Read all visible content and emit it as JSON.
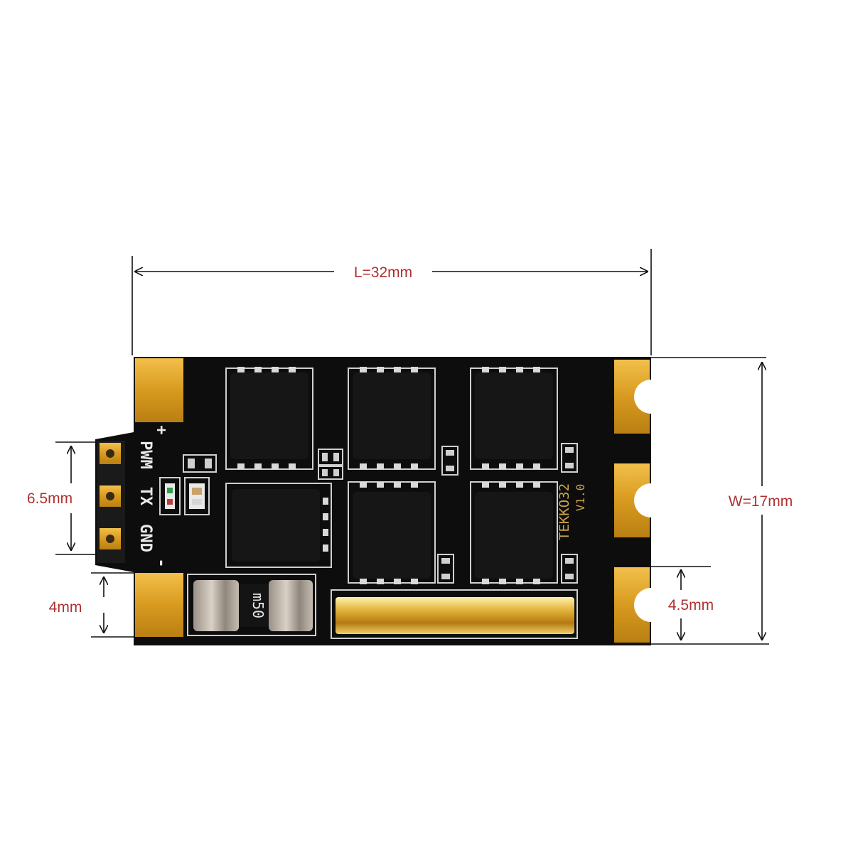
{
  "dimensions": {
    "length": "L=32mm",
    "width": "W=17mm",
    "pad_spacing": "6.5mm",
    "left_pad": "4mm",
    "right_pad": "4.5mm"
  },
  "board": {
    "pin_plus": "+",
    "pin_pwm": "PWM",
    "pin_tx": "TX",
    "pin_gnd": "GND",
    "pin_minus": "-",
    "model": "TEKKO32",
    "version": "V1.0",
    "shunt_marking": "m50"
  },
  "colors": {
    "pcb": "#0d0d0d",
    "gold": "#e3a82c",
    "chip": "#151515",
    "chip_outline": "#cfcfcf",
    "dimension_text": "#b03030",
    "dimension_line": "#111111"
  }
}
